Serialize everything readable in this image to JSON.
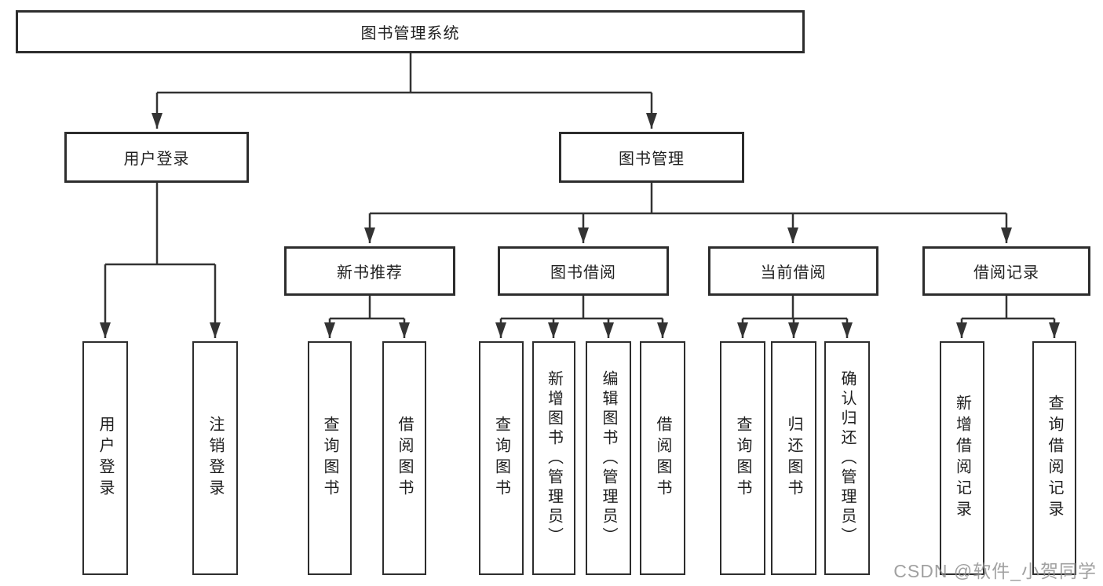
{
  "diagram": {
    "root": {
      "label": "图书管理系统"
    },
    "branches": [
      {
        "label": "用户登录",
        "children": [
          {
            "label": "用户登录"
          },
          {
            "label": "注销登录"
          }
        ]
      },
      {
        "label": "图书管理",
        "children": [
          {
            "label": "新书推荐",
            "children": [
              {
                "label": "查询图书"
              },
              {
                "label": "借阅图书"
              }
            ]
          },
          {
            "label": "图书借阅",
            "children": [
              {
                "label": "查询图书"
              },
              {
                "label": "新增图书（管理员）"
              },
              {
                "label": "编辑图书（管理员）"
              },
              {
                "label": "借阅图书"
              }
            ]
          },
          {
            "label": "当前借阅",
            "children": [
              {
                "label": "查询图书"
              },
              {
                "label": "归还图书"
              },
              {
                "label": "确认归还（管理员）"
              }
            ]
          },
          {
            "label": "借阅记录",
            "children": [
              {
                "label": "新增借阅记录"
              },
              {
                "label": "查询借阅记录"
              }
            ]
          }
        ]
      }
    ]
  },
  "watermark": {
    "text": "CSDN @软件_小贺同学"
  },
  "colors": {
    "line": "#333333",
    "box_border": "#2d2d2d",
    "text": "#1f1f1f",
    "watermark": "#919191",
    "background": "#ffffff"
  }
}
